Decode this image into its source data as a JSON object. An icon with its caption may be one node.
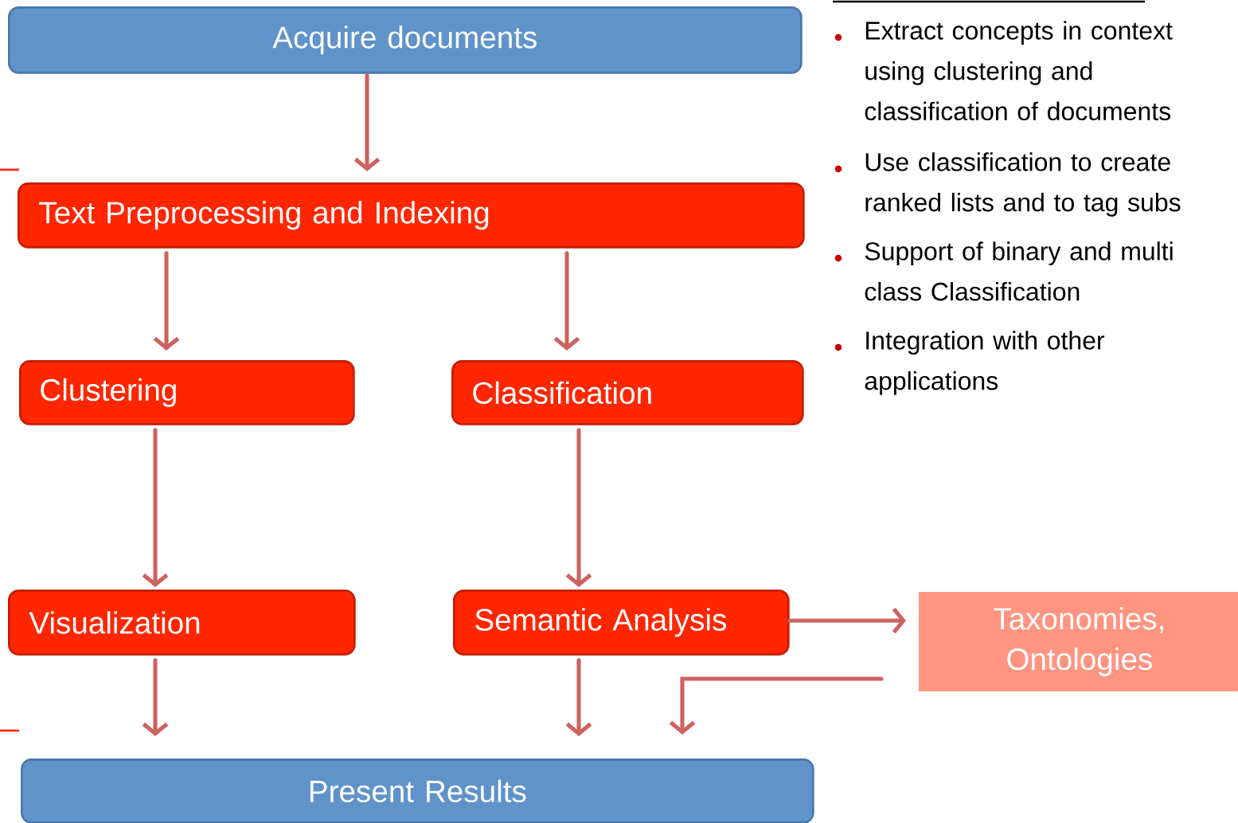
{
  "diagram": {
    "nodes": [
      {
        "text": [
          "Acquire documents"
        ]
      },
      {
        "text": [
          "Text Preprocessing and Indexing"
        ]
      },
      {
        "text": [
          "Clustering"
        ]
      },
      {
        "text": [
          "Classification"
        ]
      },
      {
        "text": [
          "Visualization"
        ]
      },
      {
        "text": [
          "Semantic Analysis"
        ]
      },
      {
        "text": [
          "Present Results"
        ]
      },
      {
        "text": [
          "Taxonomies, Ontologies"
        ]
      }
    ],
    "edges": [
      {
        "from": 0,
        "to": 1,
        "arrow": "to"
      },
      {
        "from": 1,
        "to": 2,
        "arrow": "to"
      },
      {
        "from": 1,
        "to": 3,
        "arrow": "to"
      },
      {
        "from": 2,
        "to": 4,
        "arrow": "to"
      },
      {
        "from": 3,
        "to": 5,
        "arrow": "to"
      },
      {
        "from": 4,
        "to": 6,
        "arrow": "to"
      },
      {
        "from": 5,
        "to": 6,
        "arrow": "to"
      },
      {
        "from": 5,
        "to": 7,
        "arrow": "to"
      },
      {
        "from": 7,
        "to": 6,
        "arrow": "to"
      }
    ],
    "labels": [
      "Extract concepts in context using clustering and classification of documents",
      "Use classification to create ranked lists and to tag subs",
      "Support of binary and multi class Classification",
      "Integration with other applications"
    ]
  }
}
